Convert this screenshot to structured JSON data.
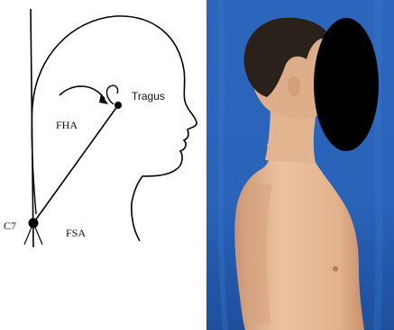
{
  "diagram": {
    "labels": {
      "tragus": "Tragus",
      "fha": "FHA",
      "c7": "C7",
      "fsa": "FSA"
    },
    "colors": {
      "line": "#000000",
      "photo_background_top": "#2f6fc3",
      "photo_background_bottom": "#1f56a8",
      "skin": "#e7bc96",
      "hair": "#2b211b",
      "face_mask": "#000000"
    }
  },
  "photo": {
    "description_icon": "side-profile-photo"
  }
}
